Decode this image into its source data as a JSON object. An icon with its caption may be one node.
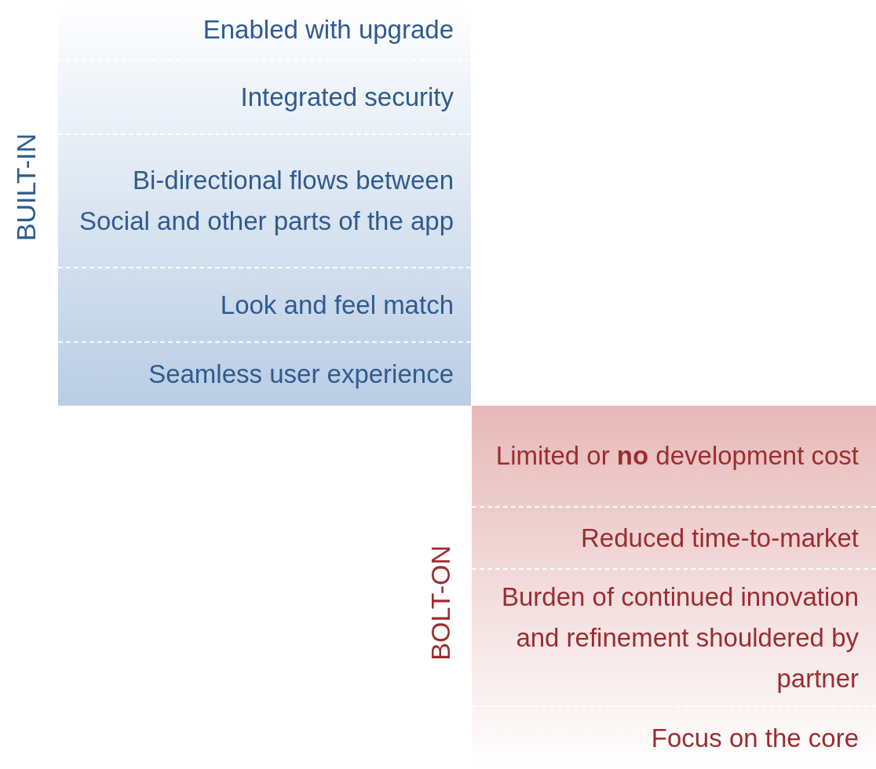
{
  "diagram": {
    "nodes": [
      {
        "text": [
          "BUILT-IN"
        ]
      },
      {
        "text": [
          "Enabled with upgrade"
        ],
        "in": 0
      },
      {
        "text": [
          "Integrated security"
        ],
        "in": 0
      },
      {
        "text": [
          "Bi-directional flows between Social and other parts of the app"
        ],
        "in": 0
      },
      {
        "text": [
          "Look and feel match"
        ],
        "in": 0
      },
      {
        "text": [
          "Seamless user experience"
        ],
        "in": 0
      },
      {
        "text": [
          "BOLT-ON"
        ]
      },
      {
        "text": [
          "Limited or **no** development cost"
        ],
        "in": 6
      },
      {
        "text": [
          "Reduced time-to-market"
        ],
        "in": 6
      },
      {
        "text": [
          "Burden of continued innovation and refinement shouldered by partner"
        ],
        "in": 6
      },
      {
        "text": [
          "Focus on the core"
        ],
        "in": 6
      }
    ]
  }
}
